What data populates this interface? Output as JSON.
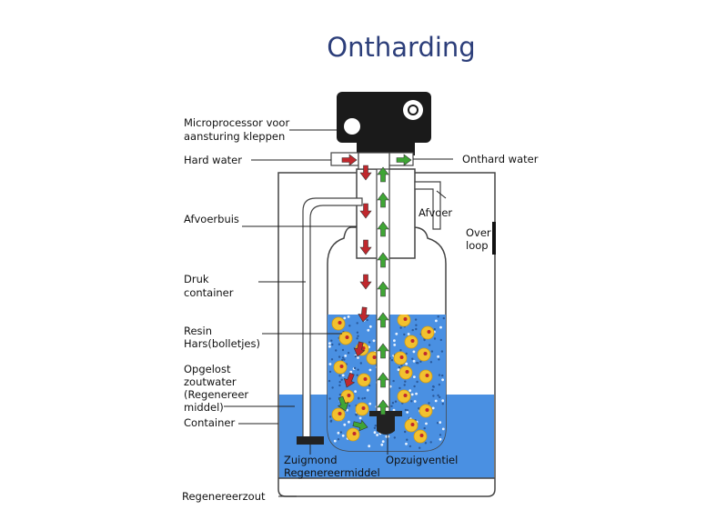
{
  "title": "Ontharding",
  "labels": {
    "microprocessor_1": "Microprocessor voor",
    "microprocessor_2": "aansturing kleppen",
    "hard_water": "Hard water",
    "onthard_water": "Onthard water",
    "afvoerbuis": "Afvoerbuis",
    "afvoer": "Afvoer",
    "overloop_1": "Over",
    "overloop_2": "loop",
    "druk_1": "Druk",
    "druk_2": "container",
    "resin_1": "Resin",
    "resin_2": "Hars(bolletjes)",
    "opgelost_1": "Opgelost",
    "opgelost_2": "zoutwater",
    "opgelost_3": "(Regenereer",
    "opgelost_4": "middel)",
    "container": "Container",
    "zuigmond_1": "Zuigmond",
    "zuigmond_2": "Regenereermiddel",
    "opzuigventiel": "Opzuigventiel",
    "regenereerzout": "Regenereerzout"
  },
  "colors": {
    "title": "#2c3e7a",
    "water": "#4a90e2",
    "resin_bead": "#f2c12e",
    "arrow_down": "#c0282d",
    "arrow_up": "#3fa535",
    "controller": "#1a1a1a"
  }
}
